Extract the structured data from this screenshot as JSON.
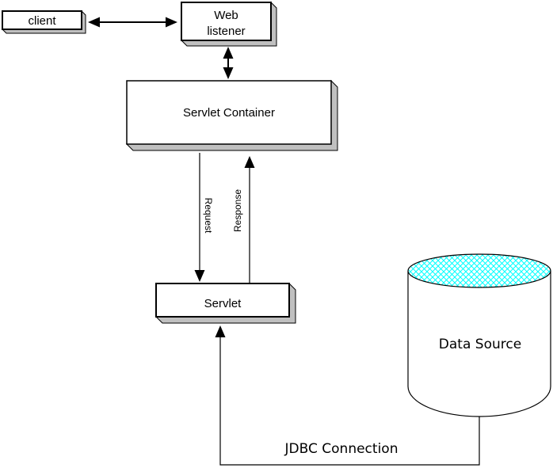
{
  "nodes": {
    "client": {
      "label": "client"
    },
    "web_listener": {
      "label_line1": "Web",
      "label_line2": "listener"
    },
    "servlet_container": {
      "label": "Servlet Container"
    },
    "servlet": {
      "label": "Servlet"
    },
    "data_source": {
      "label": "Data Source"
    }
  },
  "connections": {
    "request_label": "Request",
    "response_label": "Response",
    "jdbc_label": "JDBC Connection"
  },
  "colors": {
    "background": "#ffffff",
    "box_fill": "#ffffff",
    "box_border": "#000000",
    "shadow": "#c0c0c0",
    "hatch": "#00ffff",
    "arrow": "#000000"
  }
}
